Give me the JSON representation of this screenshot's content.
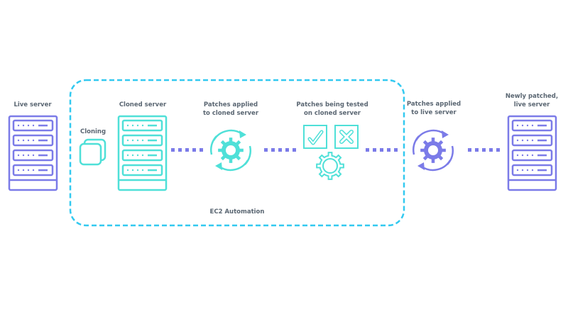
{
  "colors": {
    "live": "#7b7be8",
    "cloned": "#4fe0d8",
    "automation_border": "#33c9f0",
    "connector": "#7b7be8",
    "label_text": "#5a6672"
  },
  "labels": {
    "live_server": "Live server",
    "cloning": "Cloning",
    "cloned_server": "Cloned server",
    "patches_applied_cloned_line1": "Patches applied",
    "patches_applied_cloned_line2": "to cloned server",
    "patches_tested_line1": "Patches being tested",
    "patches_tested_line2": "on cloned server",
    "patches_applied_live_line1": "Patches applied",
    "patches_applied_live_line2": "to live server",
    "newly_patched_line1": "Newly patched,",
    "newly_patched_line2": "live server",
    "automation_group": "EC2 Automation"
  },
  "icons": {
    "live_server": "server-rack-icon",
    "cloning": "clone-squares-icon",
    "cloned_server": "server-rack-icon",
    "patch_cloned": "gear-refresh-icon",
    "test": "check-cross-gear-icon",
    "patch_live": "gear-refresh-icon",
    "newly_patched_server": "server-rack-icon"
  }
}
